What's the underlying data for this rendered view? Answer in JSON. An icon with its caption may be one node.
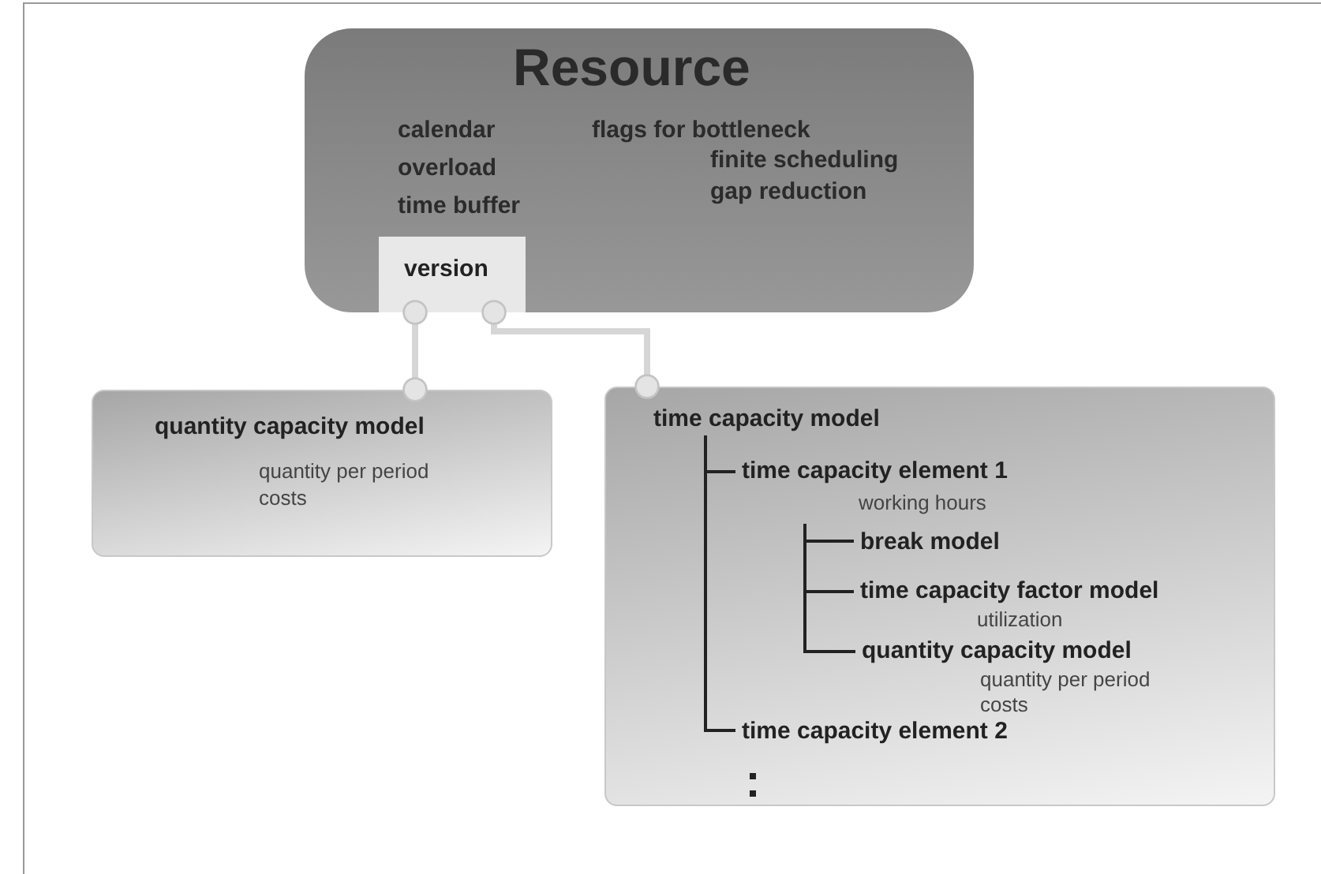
{
  "diagram": {
    "nodes": [
      {
        "text": [
          "Resource",
          "calendar",
          "overload",
          "time buffer",
          "flags for bottleneck",
          "finite scheduling",
          "gap reduction"
        ]
      },
      {
        "text": [
          "version"
        ],
        "in": 0
      },
      {
        "text": [
          "quantity capacity model",
          "quantity per period",
          "costs"
        ]
      },
      {
        "text": [],
        "shape": "box"
      },
      {
        "text": [
          "time capacity model"
        ],
        "in": 3
      },
      {
        "text": [
          "time capacity element 1",
          "working hours"
        ],
        "in": 3
      },
      {
        "text": [
          "break model"
        ],
        "in": 3
      },
      {
        "text": [
          "time capacity factor model",
          "utilization"
        ],
        "in": 3
      },
      {
        "text": [
          "quantity capacity model",
          "quantity per period",
          "costs"
        ],
        "in": 3
      },
      {
        "text": [
          "time capacity element 2"
        ],
        "in": 3
      }
    ],
    "edges": [
      {
        "from": 1,
        "to": 2,
        "arrow": "other",
        "style": "thick",
        "color": "#d6d6d6"
      },
      {
        "from": 1,
        "to": 3,
        "arrow": "other",
        "style": "thick",
        "color": "#d6d6d6"
      },
      {
        "from": 4,
        "to": 5,
        "arrow": "none"
      },
      {
        "from": 4,
        "to": 9,
        "arrow": "none"
      },
      {
        "from": 5,
        "to": 6,
        "arrow": "none"
      },
      {
        "from": 5,
        "to": 7,
        "arrow": "none"
      },
      {
        "from": 5,
        "to": 8,
        "arrow": "none"
      }
    ]
  }
}
